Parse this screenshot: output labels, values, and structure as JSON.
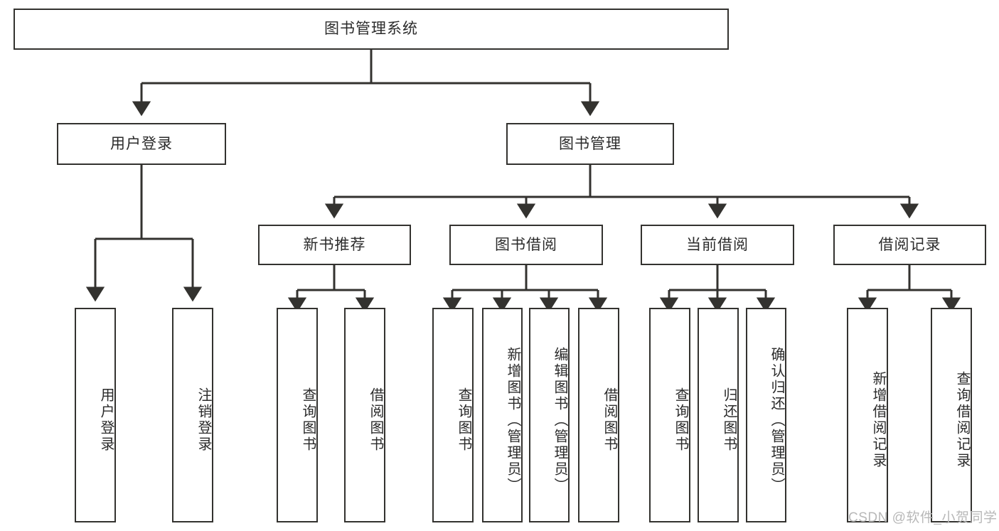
{
  "diagram": {
    "title_box": {
      "label": "图书管理系统"
    },
    "level2": [
      {
        "id": "user-login",
        "label": "用户登录"
      },
      {
        "id": "book-manage",
        "label": "图书管理"
      }
    ],
    "level3": [
      {
        "id": "new-book-recommend",
        "label": "新书推荐"
      },
      {
        "id": "book-borrow",
        "label": "图书借阅"
      },
      {
        "id": "current-borrow",
        "label": "当前借阅"
      },
      {
        "id": "borrow-record",
        "label": "借阅记录"
      }
    ],
    "leaves": [
      {
        "id": "leaf-user-login",
        "label": "用户登录"
      },
      {
        "id": "leaf-logout",
        "label": "注销登录"
      },
      {
        "id": "leaf-query-book-1",
        "label": "查询图书"
      },
      {
        "id": "leaf-borrow-book-1",
        "label": "借阅图书"
      },
      {
        "id": "leaf-query-book-2",
        "label": "查询图书"
      },
      {
        "id": "leaf-add-book",
        "label": "新增图书（管理员）"
      },
      {
        "id": "leaf-edit-book",
        "label": "编辑图书（管理员）"
      },
      {
        "id": "leaf-borrow-book-2",
        "label": "借阅图书"
      },
      {
        "id": "leaf-query-book-3",
        "label": "查询图书"
      },
      {
        "id": "leaf-return-book",
        "label": "归还图书"
      },
      {
        "id": "leaf-confirm-return",
        "label": "确认归还（管理员）"
      },
      {
        "id": "leaf-add-record",
        "label": "新增借阅记录"
      },
      {
        "id": "leaf-query-record",
        "label": "查询借阅记录"
      }
    ],
    "watermark": "CSDN @软件_小贺同学",
    "colors": {
      "stroke": "#33322f",
      "text": "#2b2b2b",
      "background": "#ffffff",
      "watermark": "#b8b8b8"
    }
  }
}
